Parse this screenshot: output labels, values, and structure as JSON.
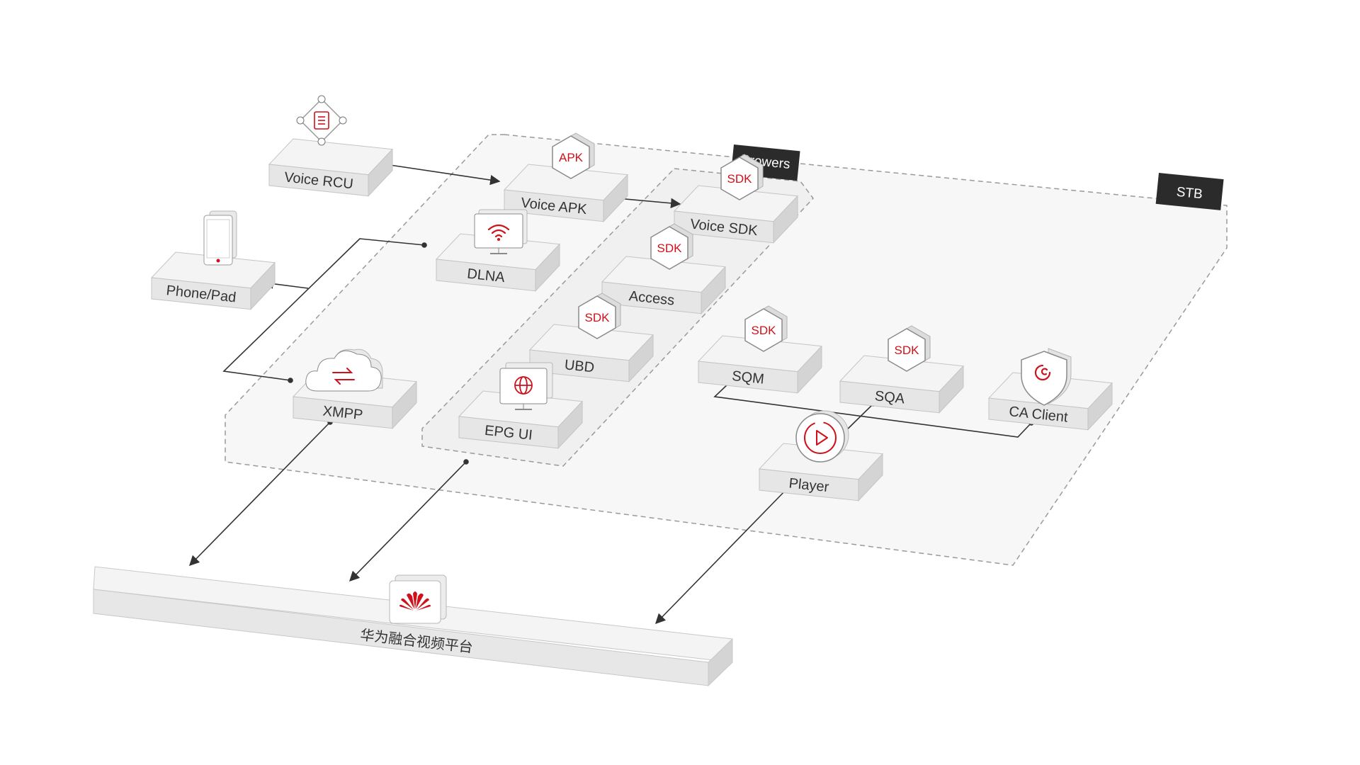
{
  "groups": {
    "stb_tag": "STB",
    "browsers_tag": "Browers"
  },
  "blocks": {
    "voice_rcu": "Voice RCU",
    "voice_apk": "Voice APK",
    "voice_sdk": "Voice SDK",
    "dlna": "DLNA",
    "phone_pad": "Phone/Pad",
    "access": "Access",
    "ubd": "UBD",
    "xmpp": "XMPP",
    "epg_ui": "EPG UI",
    "sqm": "SQM",
    "sqa": "SQA",
    "ca_client": "CA Client",
    "player": "Player"
  },
  "badges": {
    "apk": "APK",
    "sdk": "SDK"
  },
  "platform": {
    "label": "华为融合视频平台"
  },
  "colors": {
    "accent": "#d0111b",
    "block_top": "#f4f4f4",
    "block_front": "#e6e6e6",
    "block_side": "#d4d4d4",
    "tag_bg": "#2b2b2b",
    "connector": "#333333"
  }
}
